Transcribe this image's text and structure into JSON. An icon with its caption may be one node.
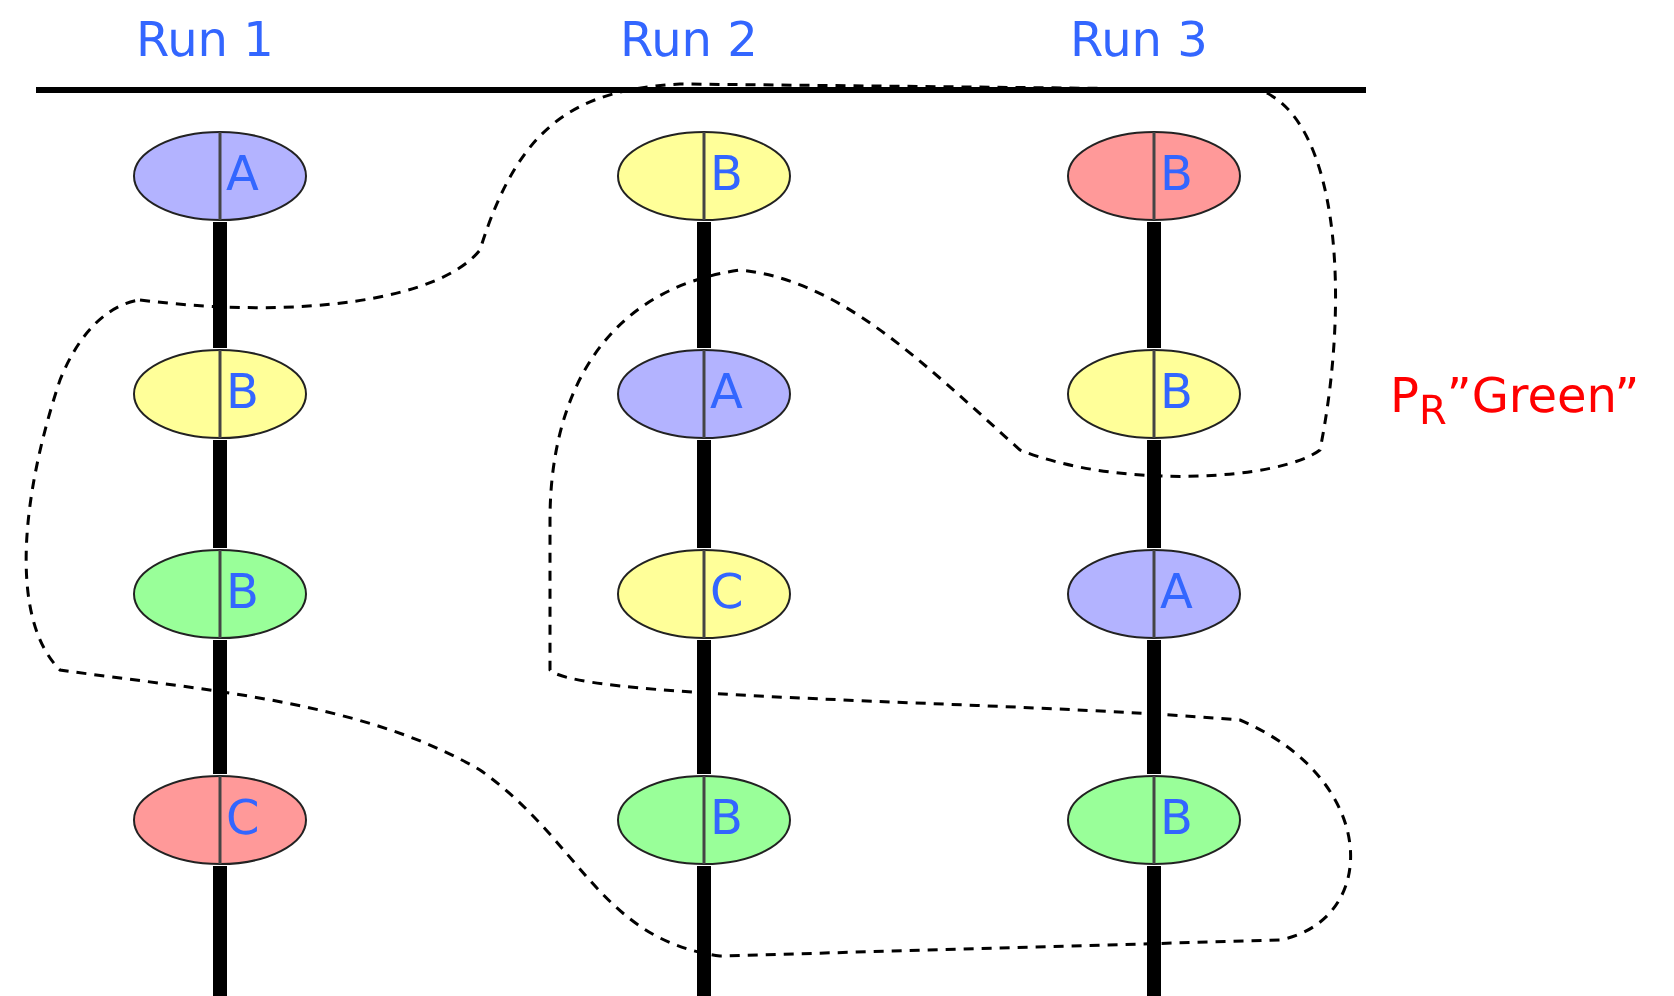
{
  "diagram": {
    "nodes": [
      {
        "text": [
          "A"
        ]
      },
      {
        "text": [
          "B"
        ]
      },
      {
        "text": [
          "B"
        ]
      },
      {
        "text": [
          "C"
        ]
      },
      {
        "text": [
          "B"
        ]
      },
      {
        "text": [
          "A"
        ]
      },
      {
        "text": [
          "C"
        ]
      },
      {
        "text": [
          "B"
        ]
      },
      {
        "text": [
          "B"
        ]
      },
      {
        "text": [
          "B"
        ]
      },
      {
        "text": [
          "A"
        ]
      },
      {
        "text": [
          "B"
        ]
      }
    ],
    "edges": [
      {
        "from": 0,
        "to": 1,
        "arrow": "none"
      },
      {
        "from": 1,
        "to": 2,
        "arrow": "none"
      },
      {
        "from": 2,
        "to": 3,
        "arrow": "none"
      },
      {
        "from": 3,
        "to": null,
        "arrow": "none"
      },
      {
        "from": 4,
        "to": 5,
        "arrow": "none"
      },
      {
        "from": 5,
        "to": 6,
        "arrow": "none"
      },
      {
        "from": 6,
        "to": 7,
        "arrow": "none"
      },
      {
        "from": 7,
        "to": null,
        "arrow": "none"
      },
      {
        "from": 8,
        "to": 9,
        "arrow": "none"
      },
      {
        "from": 9,
        "to": 10,
        "arrow": "none"
      },
      {
        "from": 10,
        "to": 11,
        "arrow": "none"
      },
      {
        "from": 11,
        "to": null,
        "arrow": "none"
      }
    ],
    "labels": [
      "Run 1",
      "Run 2",
      "Run 3",
      "P$_{R}$”Green”"
    ]
  }
}
